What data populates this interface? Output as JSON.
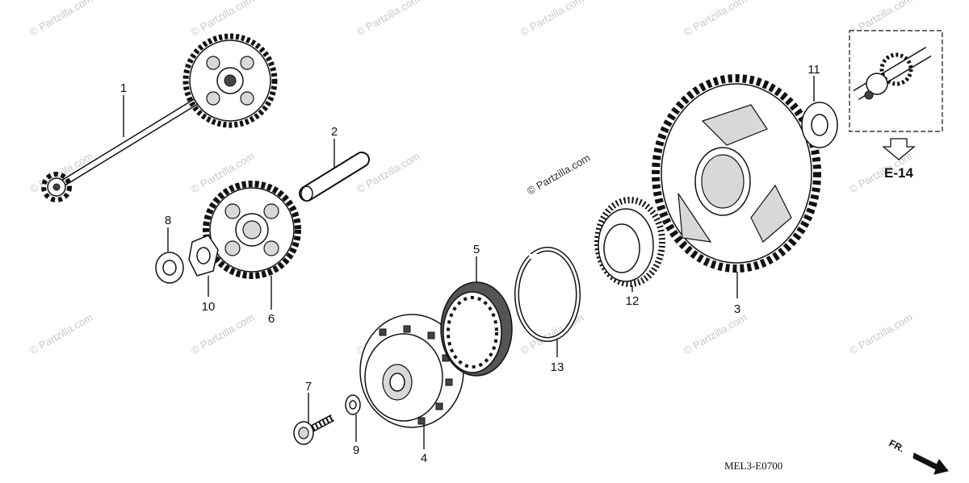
{
  "diagram": {
    "parts": [
      {
        "number": "1"
      },
      {
        "number": "2"
      },
      {
        "number": "3"
      },
      {
        "number": "4"
      },
      {
        "number": "5"
      },
      {
        "number": "6"
      },
      {
        "number": "7"
      },
      {
        "number": "8"
      },
      {
        "number": "9"
      },
      {
        "number": "10"
      },
      {
        "number": "11"
      },
      {
        "number": "12"
      },
      {
        "number": "13"
      }
    ],
    "reference": "E-14",
    "drawing_code": "MEL3-E0700",
    "direction_label": "FR.",
    "watermark": "© Partzilla.com"
  }
}
